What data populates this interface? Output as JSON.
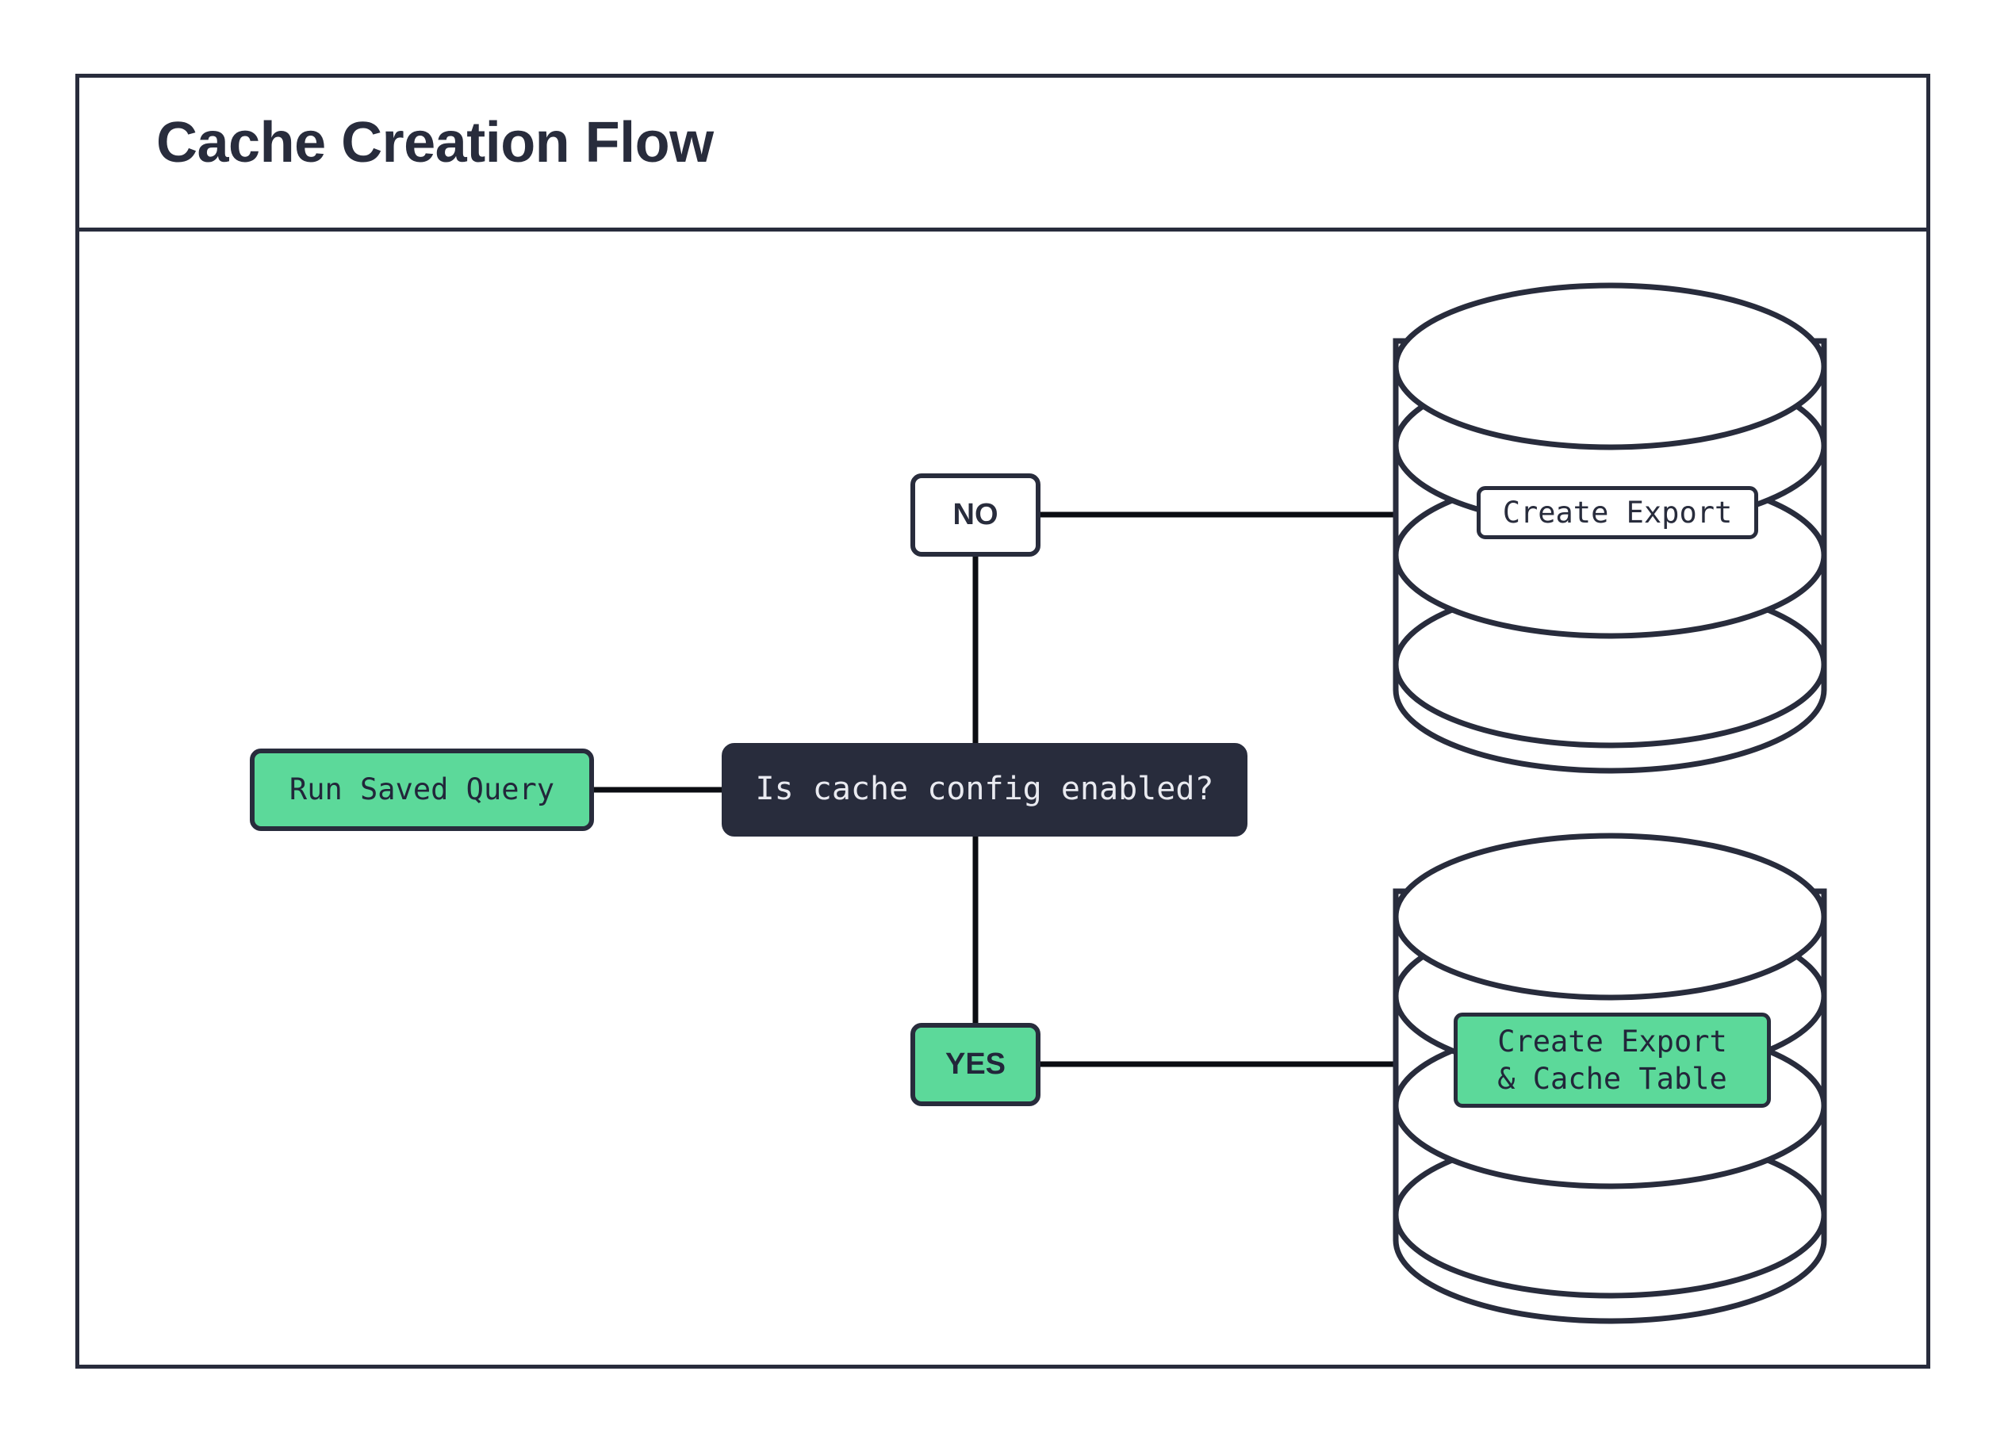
{
  "frame": {
    "title": "Cache Creation Flow",
    "border_color": "#282c3c",
    "background": "#ffffff"
  },
  "palette": {
    "accent_green": "#5cd99a",
    "dark": "#282c3c",
    "line": "#0b0d12",
    "white": "#ffffff"
  },
  "diagram": {
    "type": "flowchart",
    "nodes": [
      {
        "id": "run-saved-query",
        "label": "Run Saved Query",
        "shape": "rounded-rect",
        "fill": "#5cd99a",
        "text_color": "#22263a"
      },
      {
        "id": "decision",
        "label": "Is cache config enabled?",
        "shape": "rounded-rect",
        "fill": "#282c3c",
        "text_color": "#e9eaf0"
      },
      {
        "id": "branch-no",
        "label": "NO",
        "shape": "rounded-rect",
        "fill": "#ffffff",
        "text_color": "#282c3c"
      },
      {
        "id": "branch-yes",
        "label": "YES",
        "shape": "rounded-rect",
        "fill": "#5cd99a",
        "text_color": "#22263a"
      },
      {
        "id": "create-export",
        "label": "Create Export",
        "shape": "database-cylinder",
        "fill": "#ffffff",
        "text_color": "#282c3c"
      },
      {
        "id": "create-export-cache-table",
        "label": "Create Export\n& Cache Table",
        "shape": "database-cylinder",
        "fill": "#5cd99a",
        "text_color": "#22263a"
      }
    ],
    "edges": [
      {
        "from": "run-saved-query",
        "to": "decision",
        "label": ""
      },
      {
        "from": "decision",
        "to": "branch-no",
        "label": ""
      },
      {
        "from": "branch-no",
        "to": "create-export",
        "label": ""
      },
      {
        "from": "decision",
        "to": "branch-yes",
        "label": ""
      },
      {
        "from": "branch-yes",
        "to": "create-export-cache-table",
        "label": ""
      }
    ]
  }
}
